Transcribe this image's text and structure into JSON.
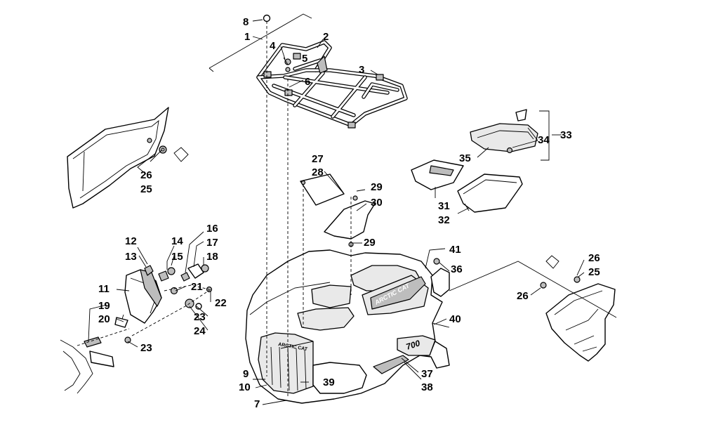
{
  "diagram": {
    "callouts": [
      {
        "id": "c1",
        "text": "1"
      },
      {
        "id": "c2",
        "text": "2"
      },
      {
        "id": "c3",
        "text": "3"
      },
      {
        "id": "c4",
        "text": "4"
      },
      {
        "id": "c5",
        "text": "5"
      },
      {
        "id": "c6",
        "text": "6"
      },
      {
        "id": "c7",
        "text": "7"
      },
      {
        "id": "c8",
        "text": "8"
      },
      {
        "id": "c9",
        "text": "9"
      },
      {
        "id": "c10",
        "text": "10"
      },
      {
        "id": "c11",
        "text": "11"
      },
      {
        "id": "c12",
        "text": "12"
      },
      {
        "id": "c13",
        "text": "13"
      },
      {
        "id": "c14",
        "text": "14"
      },
      {
        "id": "c15",
        "text": "15"
      },
      {
        "id": "c16",
        "text": "16"
      },
      {
        "id": "c17",
        "text": "17"
      },
      {
        "id": "c18",
        "text": "18"
      },
      {
        "id": "c19",
        "text": "19"
      },
      {
        "id": "c20",
        "text": "20"
      },
      {
        "id": "c21",
        "text": "21"
      },
      {
        "id": "c22",
        "text": "22"
      },
      {
        "id": "c23a",
        "text": "23"
      },
      {
        "id": "c23b",
        "text": "23"
      },
      {
        "id": "c24",
        "text": "24"
      },
      {
        "id": "c25a",
        "text": "25"
      },
      {
        "id": "c25b",
        "text": "25"
      },
      {
        "id": "c26a",
        "text": "26"
      },
      {
        "id": "c26b",
        "text": "26"
      },
      {
        "id": "c26c",
        "text": "26"
      },
      {
        "id": "c27",
        "text": "27"
      },
      {
        "id": "c28",
        "text": "28"
      },
      {
        "id": "c29a",
        "text": "29"
      },
      {
        "id": "c29b",
        "text": "29"
      },
      {
        "id": "c30",
        "text": "30"
      },
      {
        "id": "c31",
        "text": "31"
      },
      {
        "id": "c32",
        "text": "32"
      },
      {
        "id": "c33",
        "text": "33"
      },
      {
        "id": "c34",
        "text": "34"
      },
      {
        "id": "c35",
        "text": "35"
      },
      {
        "id": "c36",
        "text": "36"
      },
      {
        "id": "c37",
        "text": "37"
      },
      {
        "id": "c38",
        "text": "38"
      },
      {
        "id": "c39",
        "text": "39"
      },
      {
        "id": "c40",
        "text": "40"
      },
      {
        "id": "c41",
        "text": "41"
      }
    ],
    "decals": {
      "hood_logo": "ARCTIC CAT",
      "grille_logo": "ARCTIC CAT",
      "fender_model": "700"
    }
  }
}
